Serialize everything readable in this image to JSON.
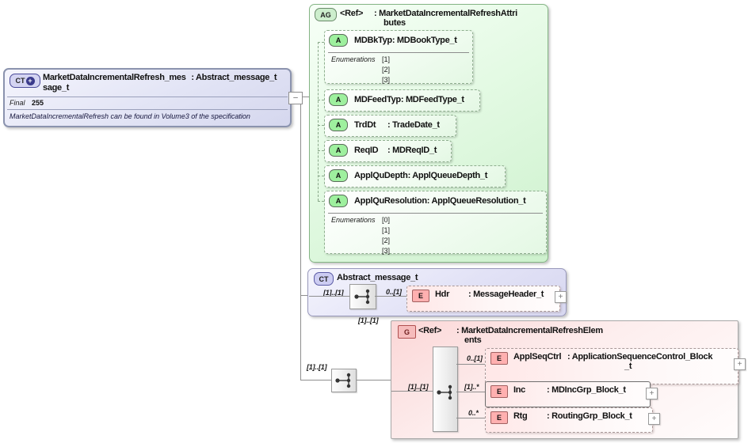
{
  "icons": {
    "plus": "+",
    "minus": "–"
  },
  "colors": {
    "attr_group_green": "#cdf1cd",
    "class_purple": "#d7d7f0",
    "element_pink": "#fbd7d7",
    "attr_badge_green": "#9ef09e",
    "elem_badge_pink": "#ffb0b0"
  },
  "root_class": {
    "badge": "CT",
    "name_lines": [
      "MarketDataIncrementalRefresh_mes",
      "sage_t"
    ],
    "type": ": Abstract_message_t",
    "final_label": "Final",
    "final_value": "255",
    "annotation": "MarketDataIncrementalRefresh can be found in Volume3 of the specification"
  },
  "attribute_group": {
    "badge": "AG",
    "ref_label": "<Ref>",
    "type_lines": [
      ": MarketDataIncrementalRefreshAttri",
      "butes"
    ],
    "attributes": [
      {
        "badge": "A",
        "name": "MDBkTyp",
        "type": ": MDBookType_t",
        "enum_label": "Enumerations",
        "enums": [
          "[1]",
          "[2]",
          "[3]"
        ]
      },
      {
        "badge": "A",
        "name": "MDFeedTyp",
        "type": ": MDFeedType_t"
      },
      {
        "badge": "A",
        "name": "TrdDt",
        "type": ": TradeDate_t"
      },
      {
        "badge": "A",
        "name": "ReqID",
        "type": ": MDReqID_t"
      },
      {
        "badge": "A",
        "name": "ApplQuDepth",
        "type": ": ApplQueueDepth_t"
      },
      {
        "badge": "A",
        "name": "ApplQuResolution",
        "type": ": ApplQueueResolution_t",
        "enum_label": "Enumerations",
        "enums": [
          "[0]",
          "[1]",
          "[2]",
          "[3]"
        ]
      }
    ]
  },
  "base_class": {
    "badge": "CT",
    "title": "Abstract_message_t",
    "seq_occurrence": "[1]..[1]",
    "child": {
      "occurrence": "0..[1]",
      "badge": "E",
      "name": "Hdr",
      "type": ": MessageHeader_t"
    }
  },
  "tree": {
    "root_occurrence": "[1]..[1]"
  },
  "element_group": {
    "badge": "G",
    "ref_label": "<Ref>",
    "occurrence": "[1]..[1]",
    "type_lines": [
      ": MarketDataIncrementalRefreshElem",
      "ents"
    ],
    "seq_occurrence": "[1]..[1]",
    "children": [
      {
        "occurrence": "0..[1]",
        "badge": "E",
        "name": "ApplSeqCtrl",
        "type_lines": [
          ": ApplicationSequenceControl_Block",
          "_t"
        ]
      },
      {
        "occurrence": "[1]..*",
        "badge": "E",
        "name": "Inc",
        "type": ": MDIncGrp_Block_t"
      },
      {
        "occurrence": "0..*",
        "badge": "E",
        "name": "Rtg",
        "type": ": RoutingGrp_Block_t"
      }
    ]
  }
}
